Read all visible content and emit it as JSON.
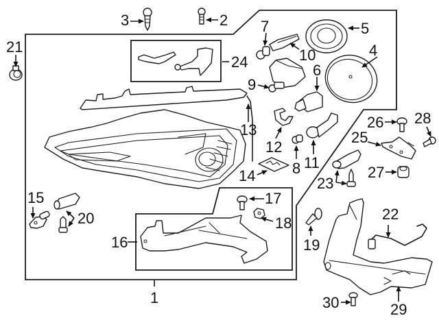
{
  "diagram": {
    "title": "Headlamp assembly parts diagram",
    "colors": {
      "line": "#1a1a1a",
      "background": "#ffffff"
    },
    "callouts": [
      {
        "id": "c1",
        "label": "1",
        "part": "headlamp-assembly"
      },
      {
        "id": "c2",
        "label": "2",
        "part": "screw"
      },
      {
        "id": "c3",
        "label": "3",
        "part": "screw"
      },
      {
        "id": "c4",
        "label": "4",
        "part": "cover"
      },
      {
        "id": "c5",
        "label": "5",
        "part": "cap"
      },
      {
        "id": "c6",
        "label": "6",
        "part": "bulb"
      },
      {
        "id": "c7",
        "label": "7",
        "part": "bulb"
      },
      {
        "id": "c8",
        "label": "8",
        "part": "bulb"
      },
      {
        "id": "c9",
        "label": "9",
        "part": "control-module"
      },
      {
        "id": "c10",
        "label": "10",
        "part": "socket"
      },
      {
        "id": "c11",
        "label": "11",
        "part": "socket"
      },
      {
        "id": "c12",
        "label": "12",
        "part": "retainer-clip"
      },
      {
        "id": "c13",
        "label": "13",
        "part": "seal"
      },
      {
        "id": "c14",
        "label": "14",
        "part": "label"
      },
      {
        "id": "c15",
        "label": "15",
        "part": "adjuster"
      },
      {
        "id": "c16",
        "label": "16",
        "part": "bracket"
      },
      {
        "id": "c17",
        "label": "17",
        "part": "bolt"
      },
      {
        "id": "c18",
        "label": "18",
        "part": "nut"
      },
      {
        "id": "c19",
        "label": "19",
        "part": "rivet"
      },
      {
        "id": "c20",
        "label": "20",
        "part": "adjuster"
      },
      {
        "id": "c21",
        "label": "21",
        "part": "nut"
      },
      {
        "id": "c22",
        "label": "22",
        "part": "sensor"
      },
      {
        "id": "c23",
        "label": "23",
        "part": "sensor"
      },
      {
        "id": "c24",
        "label": "24",
        "part": "leveling-kit"
      },
      {
        "id": "c25",
        "label": "25",
        "part": "bracket"
      },
      {
        "id": "c26",
        "label": "26",
        "part": "bolt"
      },
      {
        "id": "c27",
        "label": "27",
        "part": "nut"
      },
      {
        "id": "c28",
        "label": "28",
        "part": "screw"
      },
      {
        "id": "c29",
        "label": "29",
        "part": "mount-panel"
      },
      {
        "id": "c30",
        "label": "30",
        "part": "bolt"
      }
    ]
  }
}
